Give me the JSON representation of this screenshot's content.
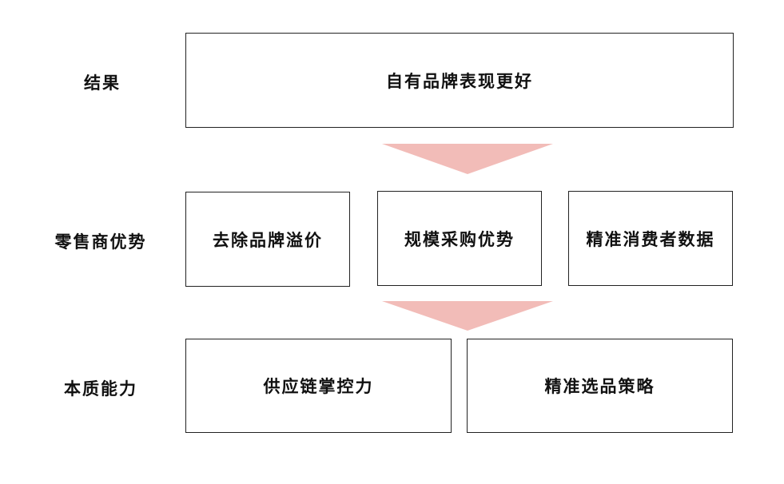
{
  "rows": {
    "result": {
      "label": "结果",
      "boxes": [
        "自有品牌表现更好"
      ]
    },
    "retailer_advantage": {
      "label": "零售商优势",
      "boxes": [
        "去除品牌溢价",
        "规模采购优势",
        "精准消费者数据"
      ]
    },
    "core_capability": {
      "label": "本质能力",
      "boxes": [
        "供应链掌控力",
        "精准选品策略"
      ]
    }
  },
  "colors": {
    "arrow_fill": "#f2bcb8",
    "box_border": "#222222",
    "text": "#111111"
  }
}
